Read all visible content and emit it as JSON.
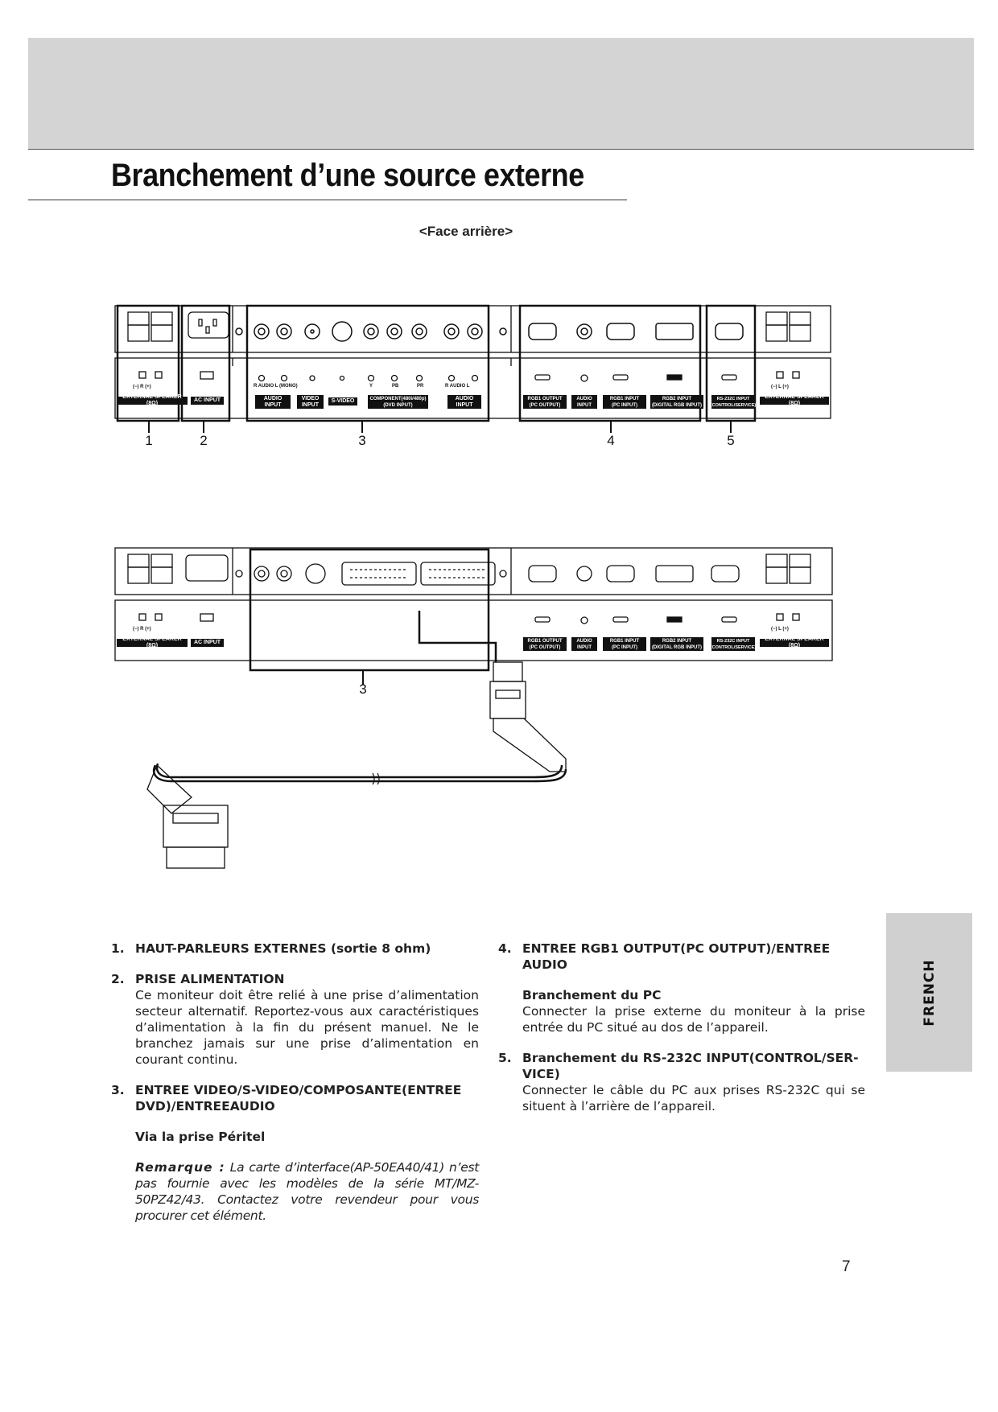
{
  "page": {
    "title": "Branchement d’une source externe",
    "subtitle": "<Face arrière>",
    "page_number": "7",
    "side_tab": "FRENCH"
  },
  "diagram1": {
    "labels": {
      "ext_speaker_left": "EXTERNAL SPEAKER (8Ω)",
      "ac_input": "AC INPUT",
      "audio_input": "AUDIO\nINPUT",
      "video_input": "VIDEO\nINPUT",
      "s_video": "S-VIDEO",
      "component": "COMPONENT(480i/480p)\n(DVD INPUT)",
      "audio_input_2": "AUDIO\nINPUT",
      "rgb1_output": "RGB1 OUTPUT\n(PC OUTPUT)",
      "audio_input_3": "AUDIO\nINPUT",
      "rgb1_input": "RGB1 INPUT\n(PC INPUT)",
      "rgb2_input": "RGB2 INPUT\n(DIGITAL RGB INPUT)",
      "rs232c_input": "RS-232C INPUT\n(CONTROL/SERVICE)",
      "ext_speaker_right": "EXTERNAL SPEAKER (8Ω)"
    },
    "small": {
      "polarity": "(−) R (+)",
      "polarity_right": "(−) L (+)",
      "audio_mono": "R AUDIO L (MONO)",
      "y": "Y",
      "pb": "PB",
      "pr": "PR",
      "audio_rl": "R AUDIO L"
    },
    "callouts": [
      "1",
      "2",
      "3",
      "4",
      "5"
    ]
  },
  "diagram2": {
    "labels": {
      "ext_speaker_left": "EXTERNAL SPEAKER (8Ω)",
      "ac_input": "AC INPUT",
      "rgb1_output": "RGB1 OUTPUT\n(PC OUTPUT)",
      "audio_input_3": "AUDIO\nINPUT",
      "rgb1_input": "RGB1 INPUT\n(PC INPUT)",
      "rgb2_input": "RGB2 INPUT\n(DIGITAL RGB INPUT)",
      "rs232c_input": "RS-232C INPUT\n(CONTROL/SERVICE)",
      "ext_speaker_right": "EXTERNAL SPEAKER (8Ω)"
    },
    "small": {
      "polarity": "(−) R (+)",
      "polarity_right": "(−) L (+)"
    },
    "callouts": [
      "3"
    ]
  },
  "left_column": {
    "items": [
      {
        "number": "1.",
        "heading": "HAUT-PARLEURS EXTERNES (sortie 8 ohm)"
      },
      {
        "number": "2.",
        "heading": "PRISE ALIMENTATION",
        "body": "Ce moniteur doit être relié à une prise d’alimentation secteur alternatif. Reportez-vous aux caractéristiques d’alimentation à la fin du présent manuel. Ne le branchez jamais sur une prise d’alimentation en courant continu."
      },
      {
        "number": "3.",
        "heading": "ENTREE VIDEO/S-VIDEO/COMPOSANTE(ENTREE DVD)/ENTREEAUDIO",
        "subheading": "Via la prise Péritel",
        "remark_label": "Remarque :",
        "remark": "La carte d’interface(AP-50EA40/41) n’est pas fournie avec les modèles de la série MT/MZ-50PZ42/43. Contactez votre revendeur pour vous procurer cet élément."
      }
    ]
  },
  "right_column": {
    "items": [
      {
        "number": "4.",
        "heading": "ENTREE RGB1 OUTPUT(PC OUTPUT)/ENTREE AUDIO",
        "subheading": "Branchement du PC",
        "body": "Connecter la prise externe du moniteur à la prise entrée du PC situé au dos de l’appareil."
      },
      {
        "number": "5.",
        "heading": "Branchement du RS-232C INPUT(CONTROL/SER-VICE)",
        "body": "Connecter le câble du PC aux prises RS-232C qui se situent à l’arrière de l’appareil."
      }
    ]
  }
}
